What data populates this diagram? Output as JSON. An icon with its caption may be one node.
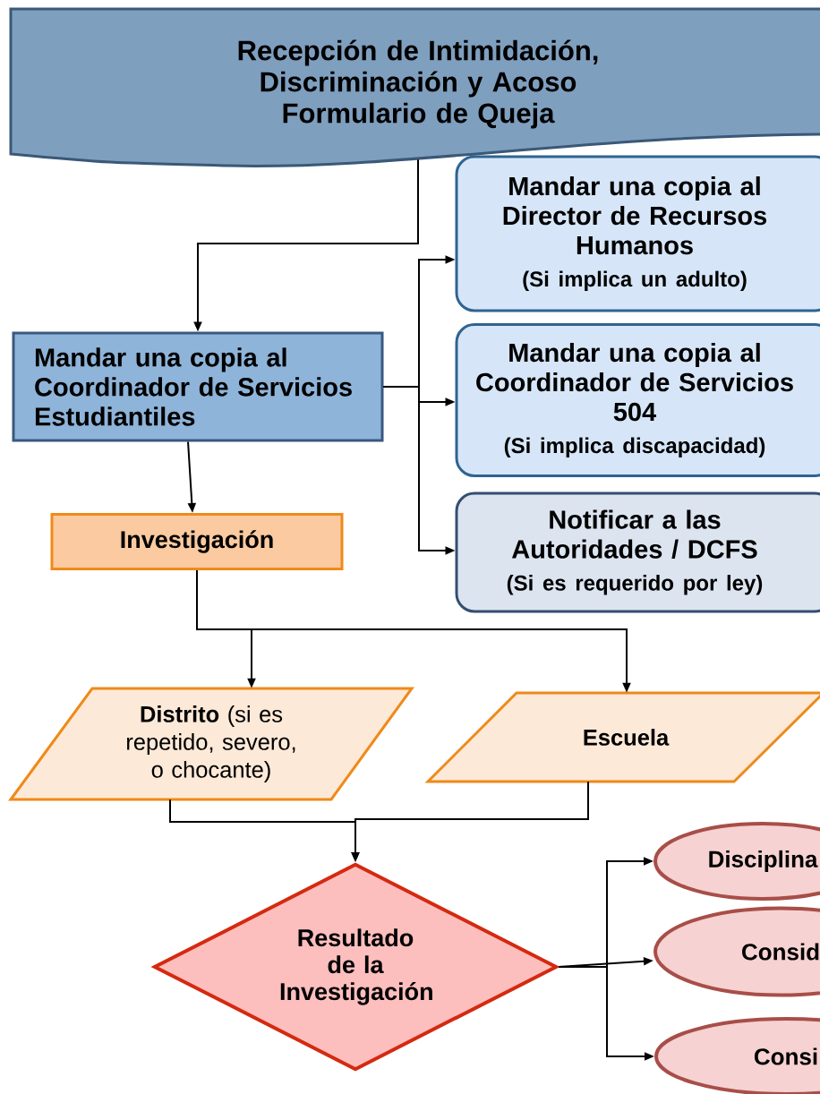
{
  "diagram": {
    "nodes": [
      {
        "text": [
          "Recepción de Intimidación, Discriminación y Acoso Formulario de Queja"
        ]
      },
      {
        "text": [
          "Mandar una copia al Coordinador de Servicios Estudiantiles"
        ]
      },
      {
        "text": [
          "Mandar una copia al Director de Recursos Humanos",
          "(Si implica un adulto)"
        ]
      },
      {
        "text": [
          "Mandar una copia al Coordinador de Servicios 504",
          "(Si implica discapacidad)"
        ]
      },
      {
        "text": [
          "Notificar a las Autoridades / DCFS",
          "(Si es requerido por ley)"
        ]
      },
      {
        "text": [
          "Investigación"
        ]
      },
      {
        "text": [
          "**Distrito** (si es repetido, severo, o chocante)"
        ]
      },
      {
        "text": [
          "Escuela"
        ]
      },
      {
        "text": [
          "Resultado de la Investigación"
        ]
      },
      {
        "text": [
          "Disciplina"
        ]
      },
      {
        "text": [
          "Consid"
        ]
      },
      {
        "text": [
          "Consi"
        ]
      }
    ],
    "edges": [
      {
        "from": 0,
        "to": 1,
        "arrow": "to"
      },
      {
        "from": 1,
        "to": 2,
        "arrow": "to"
      },
      {
        "from": 1,
        "to": 3,
        "arrow": "to"
      },
      {
        "from": 1,
        "to": 4,
        "arrow": "to"
      },
      {
        "from": 1,
        "to": 5,
        "arrow": "to"
      },
      {
        "from": 5,
        "to": 6,
        "arrow": "to"
      },
      {
        "from": 5,
        "to": 7,
        "arrow": "to"
      },
      {
        "from": 6,
        "to": 8,
        "arrow": "to"
      },
      {
        "from": 7,
        "to": 8,
        "arrow": "to"
      },
      {
        "from": 8,
        "to": 9,
        "arrow": "to"
      },
      {
        "from": 8,
        "to": 10,
        "arrow": "to"
      },
      {
        "from": 8,
        "to": 11,
        "arrow": "to"
      }
    ]
  }
}
